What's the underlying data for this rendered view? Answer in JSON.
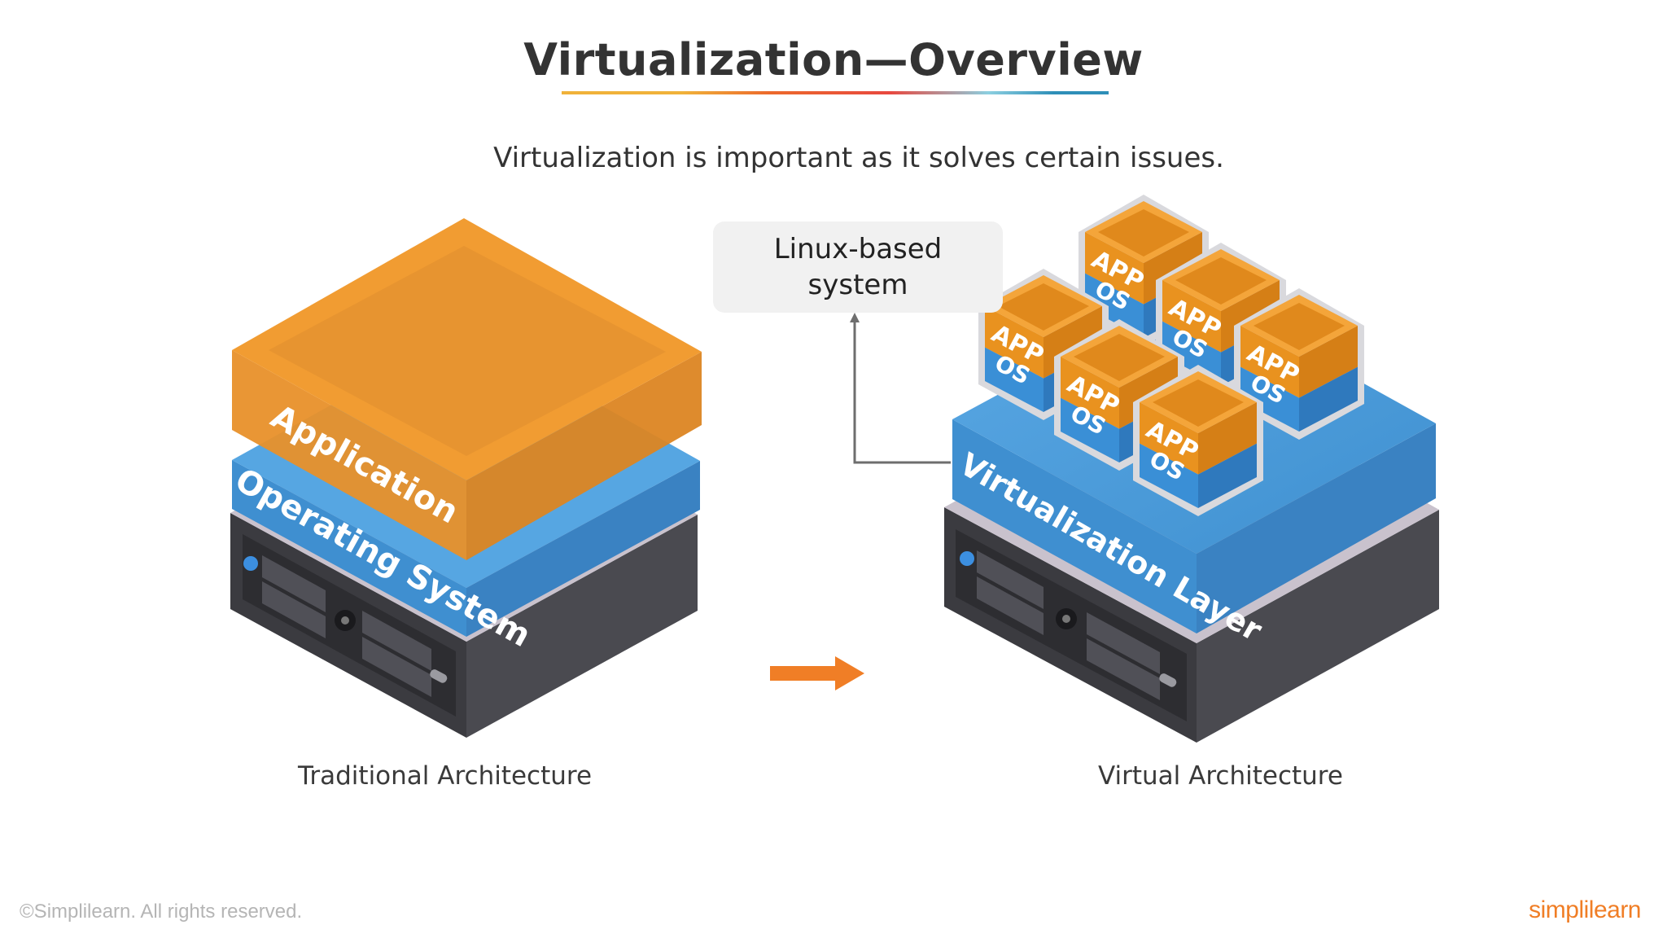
{
  "slide": {
    "title": "Virtualization—Overview",
    "subtitle": "Virtualization is important as it solves certain issues."
  },
  "traditional": {
    "caption": "Traditional Architecture",
    "layers": {
      "application": "Application",
      "operating_system": "Operating System"
    }
  },
  "virtual": {
    "caption": "Virtual Architecture",
    "layer_label": "Virtualization Layer",
    "vm_app_label": "APP",
    "vm_os_label": "OS",
    "callout": {
      "line1": "Linux-based",
      "line2": "system"
    }
  },
  "footer": {
    "copyright": "©Simplilearn. All rights reserved.",
    "brand": "simplilearn"
  },
  "colors": {
    "orange": "#f29a2e",
    "blue": "#4a9ad8",
    "server": "#3c3c42",
    "arrow": "#f07e26"
  },
  "icons": {
    "arrow": "right-arrow-icon",
    "server": "server-icon"
  }
}
